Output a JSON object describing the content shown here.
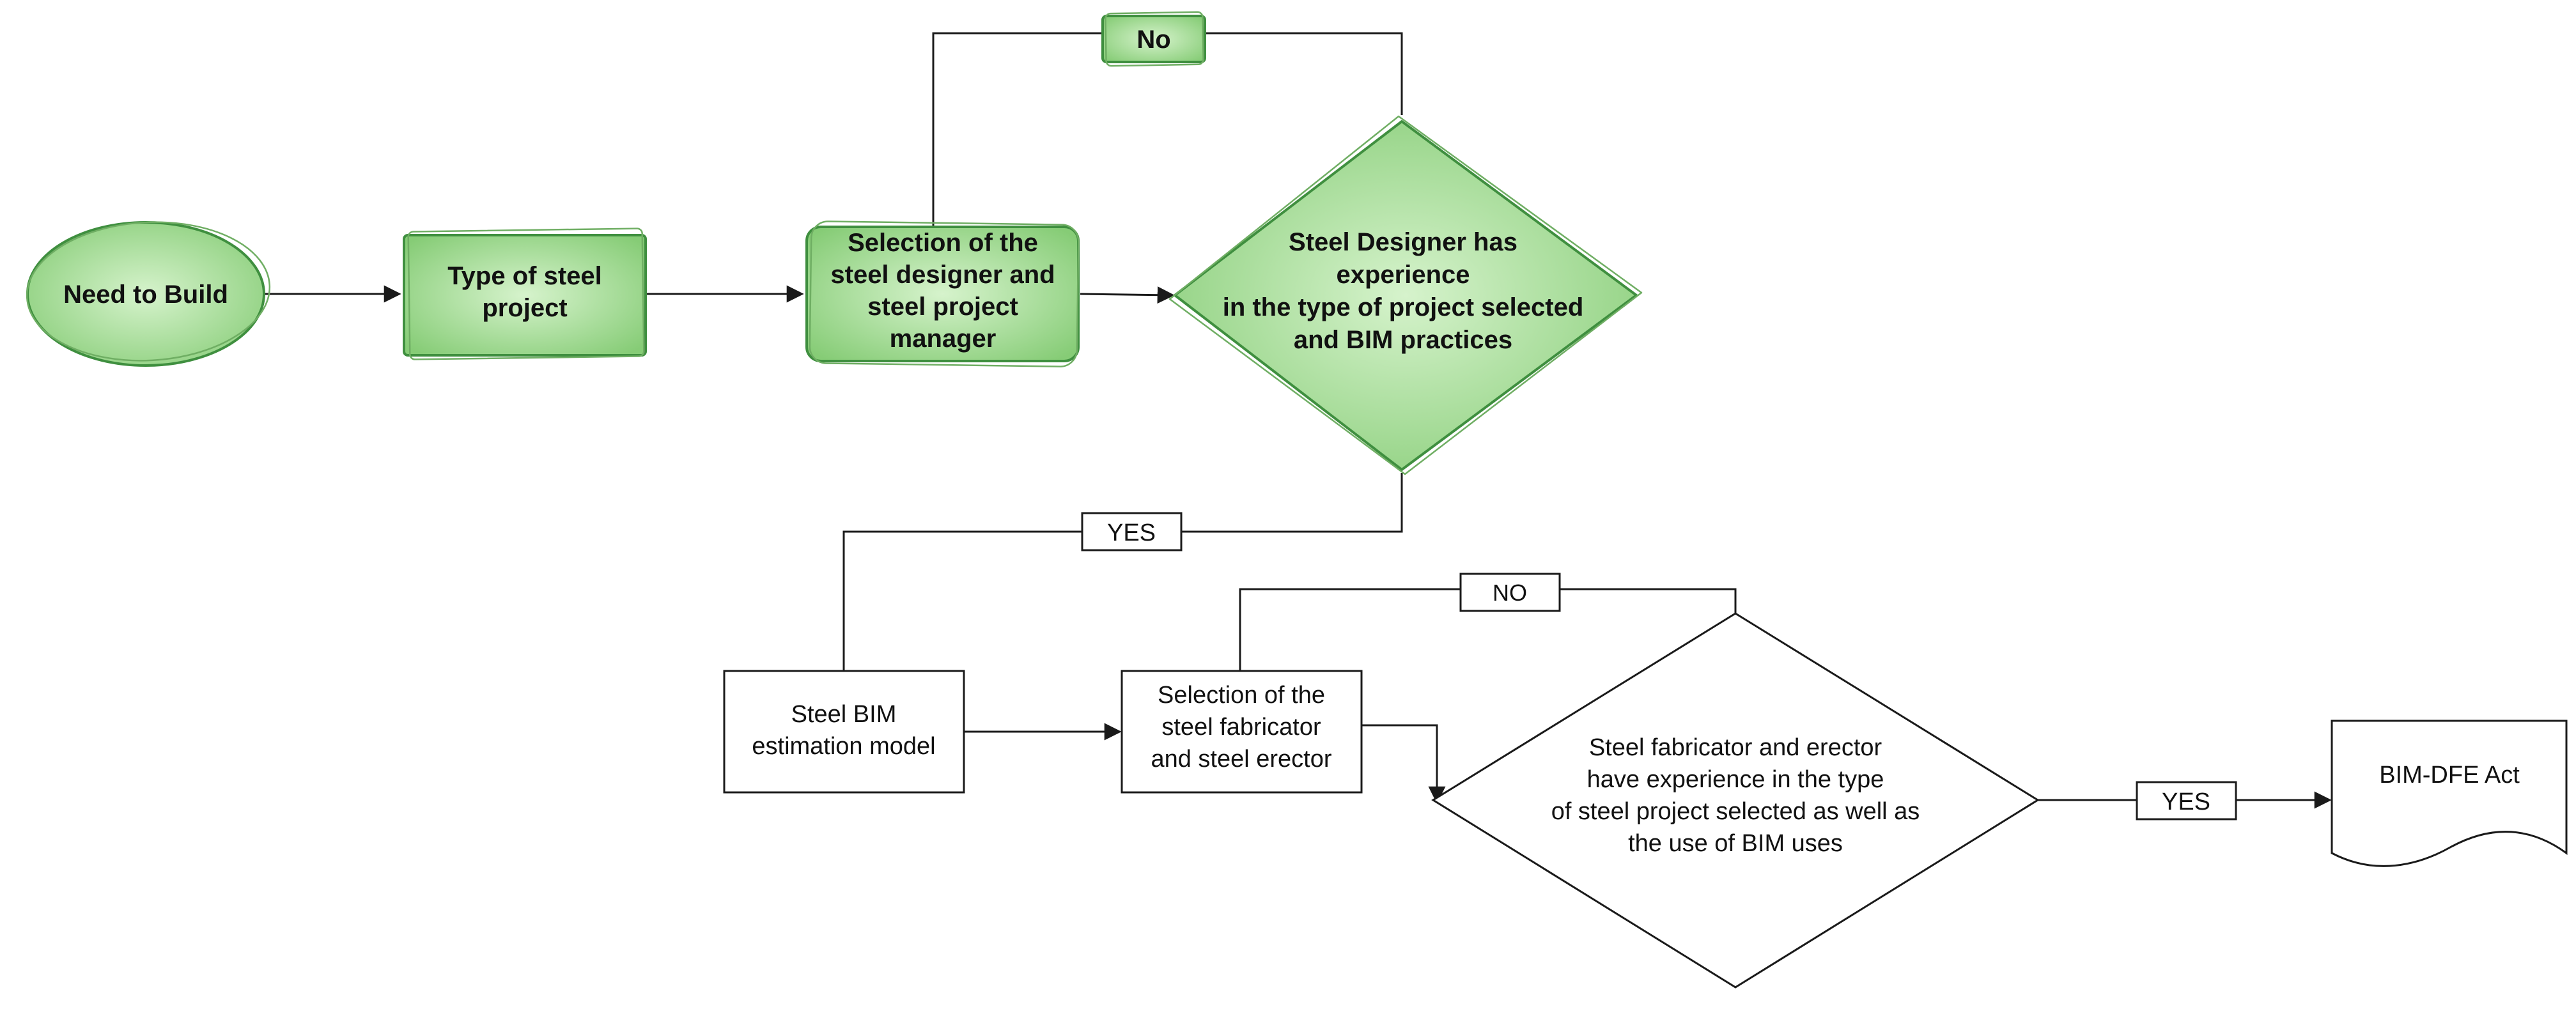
{
  "nodes": {
    "start": {
      "label": "Need to Build"
    },
    "project_type": {
      "lines": [
        "Type of steel",
        "project"
      ]
    },
    "designer_selection": {
      "lines": [
        "Selection of the",
        "steel designer and",
        "steel project",
        "manager"
      ]
    },
    "designer_decision": {
      "lines": [
        "Steel Designer has",
        "experience",
        "in the type of project selected",
        "and BIM practices"
      ]
    },
    "estimation_model": {
      "lines": [
        "Steel BIM",
        "estimation model"
      ]
    },
    "fabricator_selection": {
      "lines": [
        "Selection of the",
        "steel fabricator",
        "and steel erector"
      ]
    },
    "fabricator_decision": {
      "lines": [
        "Steel fabricator and erector",
        "have experience in the type",
        "of steel project selected as well as",
        "the use of BIM uses"
      ]
    },
    "end_document": {
      "label": "BIM-DFE Act"
    }
  },
  "edge_labels": {
    "designer_no": "No",
    "designer_yes": "YES",
    "fabricator_no": "NO",
    "fabricator_yes": "YES"
  },
  "colors": {
    "green_light": "#c9ecbf",
    "green_mid": "#8fd27f",
    "green_stroke": "#3f8f3f",
    "line": "#1a1a1a"
  }
}
